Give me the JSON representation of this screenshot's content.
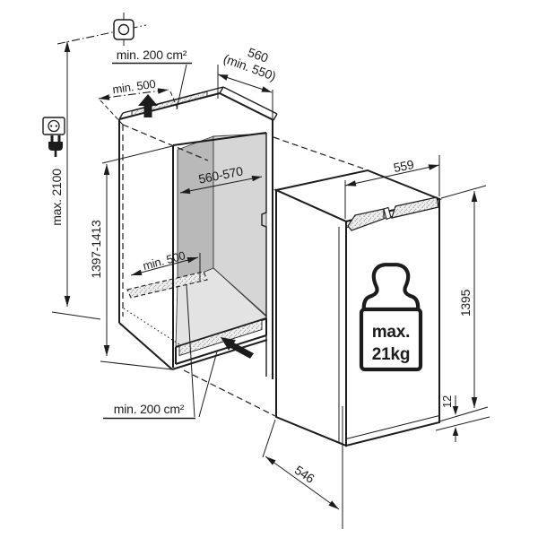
{
  "diagram": {
    "type": "appliance-installation-drawing",
    "labels": {
      "ventilation_top": "min. 200 cm²",
      "ventilation_bottom": "min. 200 cm²",
      "niche_depth": "560",
      "niche_depth_min": "(min. 550)",
      "top_clearance": "min. 500",
      "floor_clearance": "min. 500",
      "ceiling_height": "max. 2100",
      "niche_height": "1397-1413",
      "niche_width": "560-570",
      "appliance_width": "559",
      "appliance_height": "1395",
      "plinth_gap": "12",
      "appliance_depth": "546",
      "weight_line1": "max.",
      "weight_line2": "21kg"
    },
    "icons": {
      "ceiling_datum": "ceiling-datum-icon",
      "power_socket": "power-socket-icon",
      "power_plug": "power-plug-icon",
      "weight": "weight-max-load-icon",
      "airflow_out": "airflow-up-arrow-icon",
      "airflow_in": "airflow-in-arrow-icon"
    },
    "colors": {
      "line": "#1c1c1c",
      "wall_dark": "#b9b9b9",
      "wall_light": "#d6d6d6",
      "floor": "#e3e3e3",
      "vent_fill": "#efefef",
      "background": "#ffffff"
    }
  }
}
